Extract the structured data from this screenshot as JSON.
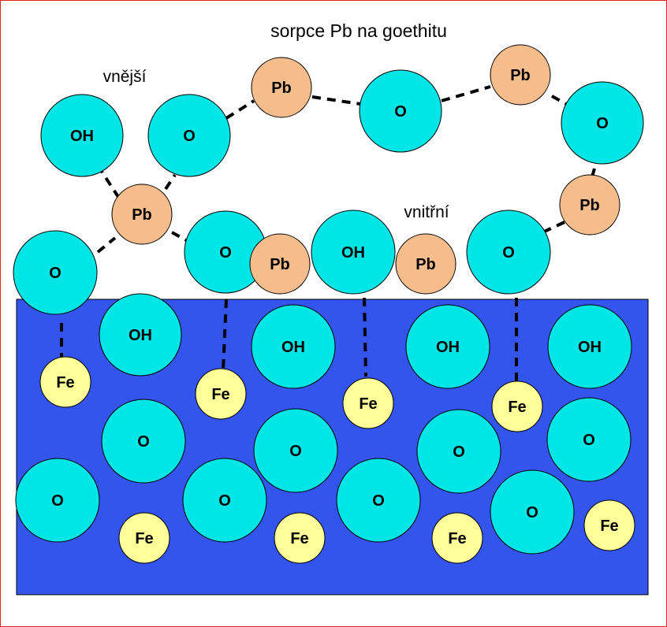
{
  "title": "sorpce Pb na goethitu",
  "labels": {
    "outer": "vnější",
    "inner": "vnitřní"
  },
  "colors": {
    "border": "#e02020",
    "substrate": "#3355ee",
    "oxygen": "#00e5e5",
    "lead": "#f5bd8c",
    "iron": "#ffff99",
    "outline": "#000000",
    "bond": "#000000"
  },
  "atoms": {
    "O": "O",
    "OH": "OH",
    "Pb": "Pb",
    "Fe": "Fe"
  }
}
